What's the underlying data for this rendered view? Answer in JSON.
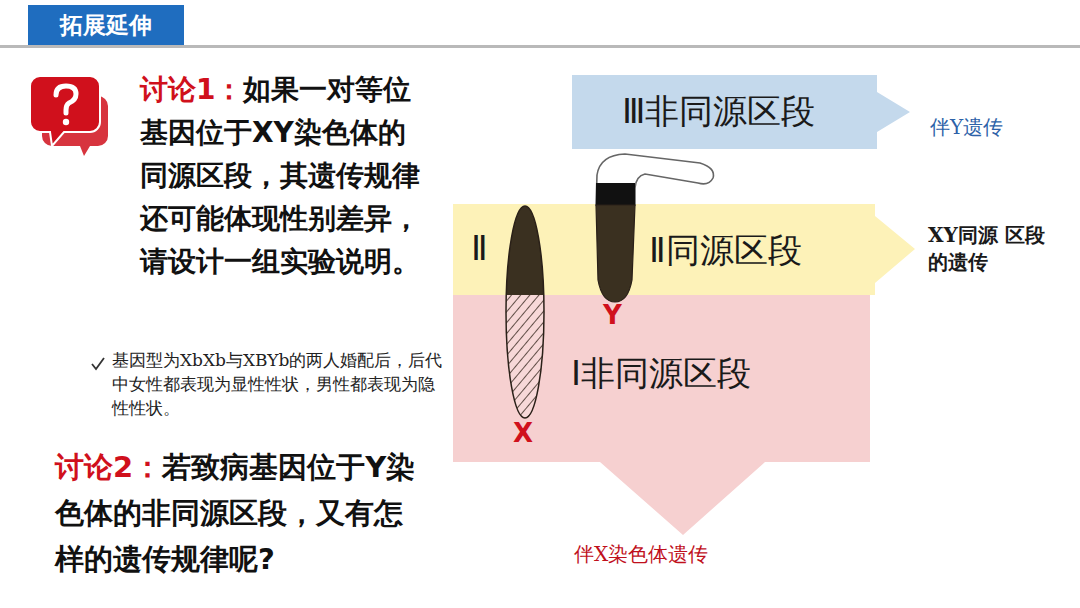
{
  "diagram": {
    "title": "拓展延伸",
    "nodes": [
      {
        "text": [
          "Ⅲ非同源区段"
        ]
      },
      {
        "text": [
          "Ⅱ",
          "Ⅱ同源区段"
        ]
      },
      {
        "text": [
          "Ⅰ非同源区段"
        ]
      }
    ],
    "labels": [
      "讨论1：",
      "如果一对等位基因位于XY染色体的同源区段，其遗传规律还可能体现性别差异，请设计一组实验说明。",
      "基因型为XbXb与XBYb的两人婚配后，后代中女性都表现为显性性状，男性都表现为隐性性状。",
      "讨论2：",
      "若致病基因位于Y染色体的非同源区段，又有怎样的遗传规律呢?",
      "伴Y遗传",
      "XY同源 区段的遗传",
      "伴X染色体遗传",
      "Y",
      "X"
    ]
  }
}
